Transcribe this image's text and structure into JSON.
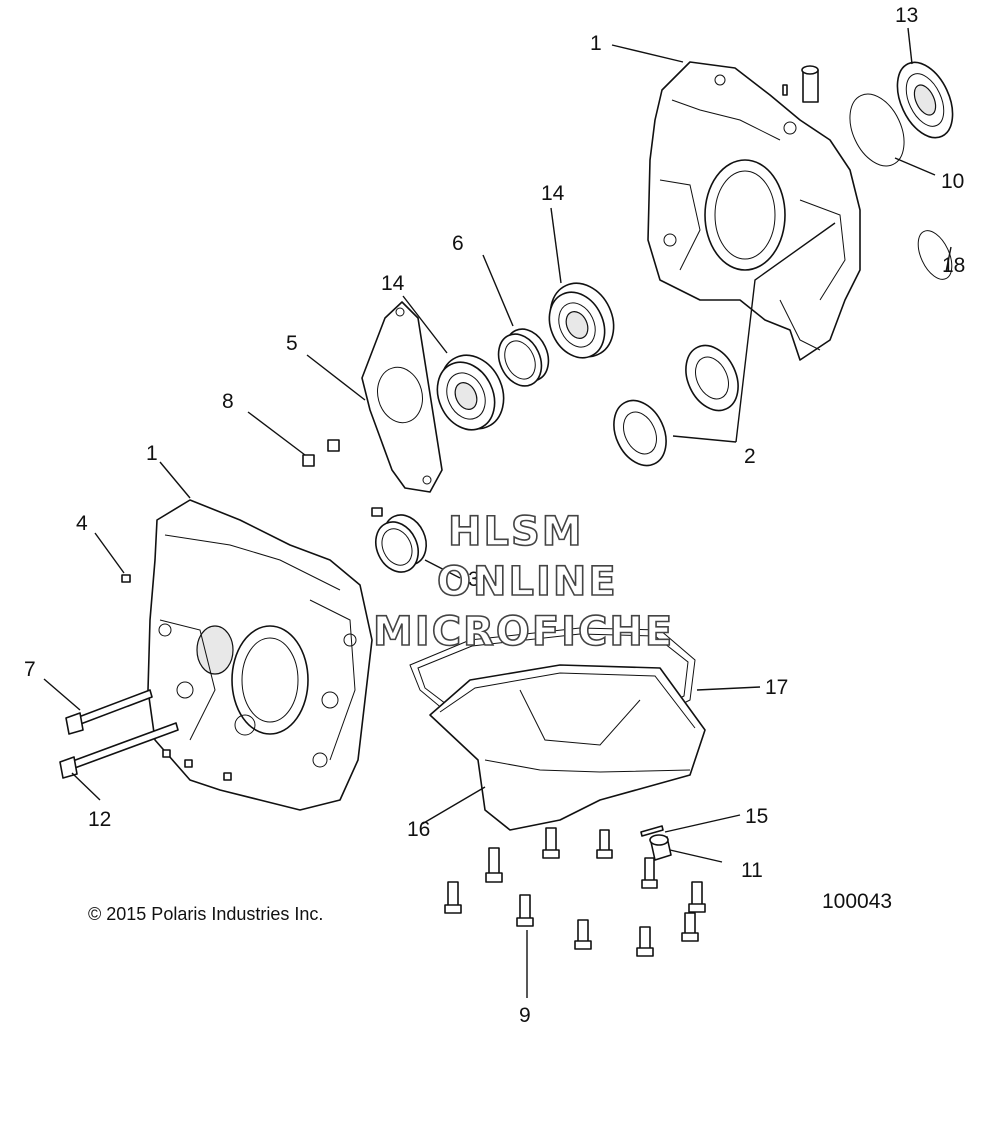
{
  "callouts": [
    {
      "id": "c13",
      "text": "13"
    },
    {
      "id": "c1a",
      "text": "1"
    },
    {
      "id": "c10",
      "text": "10"
    },
    {
      "id": "c14a",
      "text": "14"
    },
    {
      "id": "c6",
      "text": "6"
    },
    {
      "id": "c14b",
      "text": "14"
    },
    {
      "id": "c5",
      "text": "5"
    },
    {
      "id": "c18",
      "text": "18"
    },
    {
      "id": "c8",
      "text": "8"
    },
    {
      "id": "c2",
      "text": "2"
    },
    {
      "id": "c1b",
      "text": "1"
    },
    {
      "id": "c4",
      "text": "4"
    },
    {
      "id": "c3",
      "text": "3"
    },
    {
      "id": "c7",
      "text": "7"
    },
    {
      "id": "c17",
      "text": "17"
    },
    {
      "id": "c12",
      "text": "12"
    },
    {
      "id": "c15",
      "text": "15"
    },
    {
      "id": "c16",
      "text": "16"
    },
    {
      "id": "c11",
      "text": "11"
    },
    {
      "id": "c9",
      "text": "9"
    }
  ],
  "copyright": "© 2015 Polaris Industries Inc.",
  "figure_number": "100043",
  "watermark": [
    "HLSM",
    "ONLINE",
    "MICROFICHE"
  ]
}
